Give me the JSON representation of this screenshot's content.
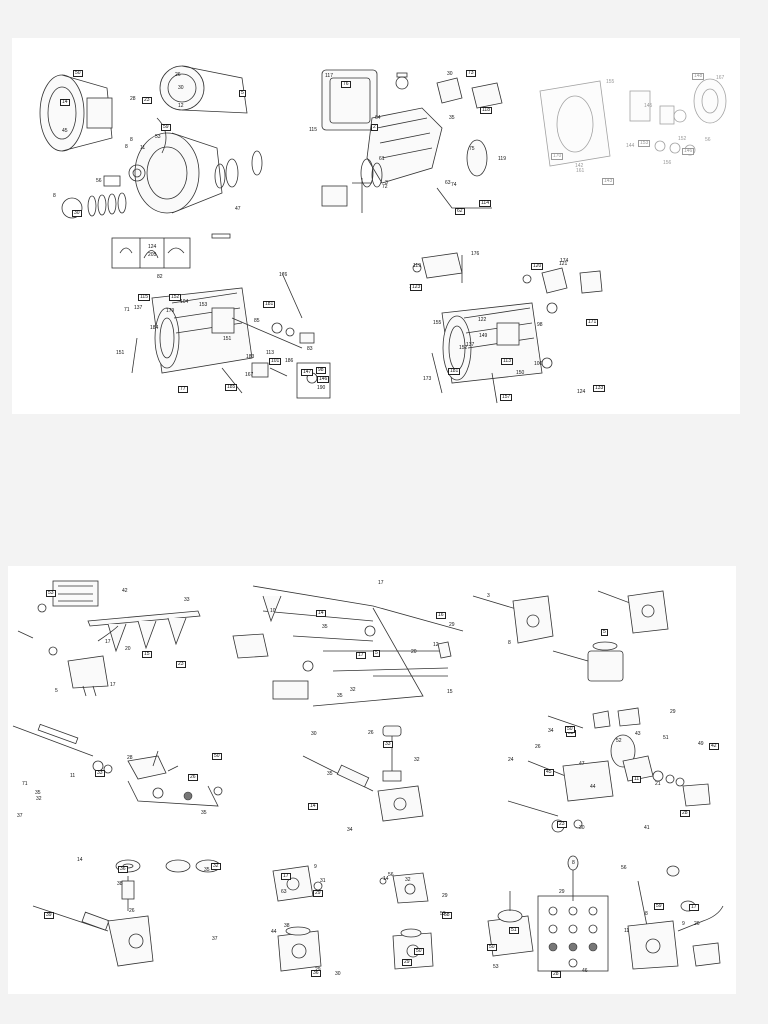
{
  "figures": [
    {
      "id": "housings",
      "labels": [
        "11",
        "14",
        "8",
        "8",
        "59",
        "56",
        "26",
        "23",
        "30",
        "53",
        "50",
        "47",
        "45",
        "5",
        "8",
        "12",
        "30",
        "28"
      ]
    },
    {
      "id": "cover-exploded",
      "labels": [
        "30",
        "2",
        "3",
        "72",
        "73",
        "74",
        "75",
        "76",
        "35",
        "61",
        "62",
        "63",
        "64",
        "114",
        "115",
        "117",
        "118",
        "119"
      ]
    },
    {
      "id": "rear-cover",
      "labels": [
        "56",
        "153",
        "155",
        "156",
        "170",
        "161",
        "167",
        "148",
        "152",
        "142",
        "143",
        "144",
        "145",
        "146"
      ]
    },
    {
      "id": "shift-housing-a",
      "labels": [
        "205",
        "101",
        "104",
        "151",
        "152",
        "167",
        "184",
        "185",
        "186",
        "190",
        "147",
        "179",
        "176",
        "181",
        "82",
        "83",
        "77",
        "71",
        "113",
        "98",
        "137",
        "151",
        "115",
        "85",
        "183",
        "146",
        "124",
        "153"
      ]
    },
    {
      "id": "shift-housing-b",
      "labels": [
        "149",
        "133",
        "152",
        "137",
        "157",
        "173",
        "176",
        "181",
        "124",
        "174",
        "113",
        "118",
        "119",
        "120",
        "121",
        "122",
        "123",
        "150",
        "155",
        "171",
        "100",
        "98"
      ]
    },
    {
      "id": "shift-rails-a",
      "labels": [
        "42",
        "53",
        "5",
        "20",
        "15",
        "17",
        "17",
        "23",
        "33"
      ]
    },
    {
      "id": "shift-rails-b",
      "labels": [
        "20",
        "14",
        "10",
        "12",
        "16",
        "15",
        "17",
        "17",
        "29",
        "35",
        "5",
        "32",
        "35"
      ]
    },
    {
      "id": "shift-covers",
      "labels": [
        "3",
        "5",
        "8"
      ]
    },
    {
      "id": "shaft-a",
      "labels": [
        "11",
        "26",
        "32",
        "28",
        "33",
        "35",
        "37",
        "50",
        "35",
        "71"
      ]
    },
    {
      "id": "shaft-b",
      "labels": [
        "26",
        "14",
        "30",
        "32",
        "33",
        "34",
        "35"
      ]
    },
    {
      "id": "shaft-c",
      "labels": [
        "21",
        "23",
        "24",
        "26",
        "28",
        "29",
        "30",
        "33",
        "34",
        "41",
        "42",
        "43",
        "44",
        "45",
        "47",
        "49",
        "50",
        "51",
        "52",
        "11"
      ]
    },
    {
      "id": "shaft-d",
      "labels": [
        "35",
        "36",
        "37",
        "38",
        "39",
        "14",
        "26",
        "32"
      ]
    },
    {
      "id": "knobs-a",
      "labels": [
        "44",
        "29",
        "30",
        "31",
        "17",
        "9",
        "29",
        "36",
        "38",
        "63"
      ]
    },
    {
      "id": "knobs-b",
      "labels": [
        "32",
        "58",
        "29",
        "14",
        "50",
        "56",
        "53",
        "29"
      ]
    },
    {
      "id": "gear-lever",
      "labels": [
        "11",
        "51",
        "9",
        "8",
        "59",
        "56",
        "53",
        "50",
        "46",
        "26",
        "28",
        "8",
        "29",
        "17"
      ]
    }
  ]
}
